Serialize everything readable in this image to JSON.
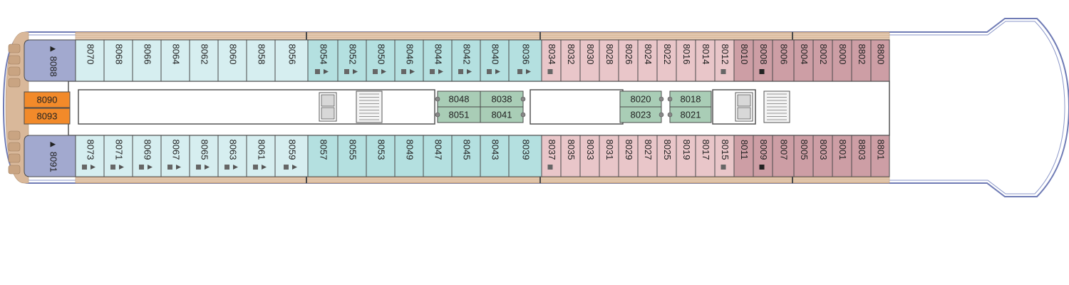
{
  "colors": {
    "light": "#d6eef0",
    "teal": "#b4e0e0",
    "pink": "#e9c6c9",
    "rose": "#cd9ea5",
    "mid": "#a9cdb6",
    "suite": "#a2a9cf",
    "orange": "#f28a2a",
    "deck": "#d9b89a",
    "outline": "#4a4a4a"
  },
  "cabins": {
    "top": [
      {
        "label": "8070",
        "c": "light",
        "icons": []
      },
      {
        "label": "8068",
        "c": "light",
        "icons": []
      },
      {
        "label": "8066",
        "c": "light",
        "icons": []
      },
      {
        "label": "8064",
        "c": "light",
        "icons": []
      },
      {
        "label": "8062",
        "c": "light",
        "icons": []
      },
      {
        "label": "8060",
        "c": "light",
        "icons": []
      },
      {
        "label": "8058",
        "c": "light",
        "icons": []
      },
      {
        "label": "8056",
        "c": "light",
        "icons": []
      },
      {
        "label": "8054",
        "c": "teal",
        "icons": [
          "square",
          "triangle"
        ]
      },
      {
        "label": "8052",
        "c": "teal",
        "icons": [
          "square",
          "triangle"
        ]
      },
      {
        "label": "8050",
        "c": "teal",
        "icons": [
          "square",
          "triangle"
        ]
      },
      {
        "label": "8046",
        "c": "teal",
        "icons": [
          "square",
          "triangle"
        ]
      },
      {
        "label": "8044",
        "c": "teal",
        "icons": [
          "square",
          "triangle"
        ]
      },
      {
        "label": "8042",
        "c": "teal",
        "icons": [
          "square",
          "triangle"
        ]
      },
      {
        "label": "8040",
        "c": "teal",
        "icons": [
          "square",
          "triangle"
        ]
      },
      {
        "label": "8036",
        "c": "teal",
        "icons": [
          "square",
          "triangle"
        ]
      },
      {
        "label": "8034",
        "c": "pink",
        "icons": [
          "square"
        ]
      },
      {
        "label": "8032",
        "c": "pink",
        "icons": []
      },
      {
        "label": "8030",
        "c": "pink",
        "icons": []
      },
      {
        "label": "8028",
        "c": "pink",
        "icons": []
      },
      {
        "label": "8026",
        "c": "pink",
        "icons": []
      },
      {
        "label": "8024",
        "c": "pink",
        "icons": []
      },
      {
        "label": "8022",
        "c": "pink",
        "icons": []
      },
      {
        "label": "8016",
        "c": "pink",
        "icons": []
      },
      {
        "label": "8014",
        "c": "pink",
        "icons": []
      },
      {
        "label": "8012",
        "c": "pink",
        "icons": [
          "square"
        ]
      },
      {
        "label": "8010",
        "c": "rose",
        "icons": []
      },
      {
        "label": "8008",
        "c": "rose",
        "icons": [
          "square-dark"
        ]
      },
      {
        "label": "8006",
        "c": "rose",
        "icons": []
      },
      {
        "label": "8004",
        "c": "rose",
        "icons": []
      },
      {
        "label": "8002",
        "c": "rose",
        "icons": []
      },
      {
        "label": "8000",
        "c": "rose",
        "icons": []
      },
      {
        "label": "8802",
        "c": "rose",
        "icons": []
      },
      {
        "label": "8800",
        "c": "rose",
        "icons": []
      }
    ],
    "bottom": [
      {
        "label": "8073",
        "c": "light",
        "icons": [
          "square",
          "triangle"
        ]
      },
      {
        "label": "8071",
        "c": "light",
        "icons": [
          "square",
          "triangle"
        ]
      },
      {
        "label": "8069",
        "c": "light",
        "icons": [
          "square",
          "triangle"
        ]
      },
      {
        "label": "8067",
        "c": "light",
        "icons": [
          "square",
          "triangle"
        ]
      },
      {
        "label": "8065",
        "c": "light",
        "icons": [
          "square",
          "triangle"
        ]
      },
      {
        "label": "8063",
        "c": "light",
        "icons": [
          "square",
          "triangle"
        ]
      },
      {
        "label": "8061",
        "c": "light",
        "icons": [
          "square",
          "triangle"
        ]
      },
      {
        "label": "8059",
        "c": "light",
        "icons": [
          "square",
          "triangle"
        ]
      },
      {
        "label": "8057",
        "c": "teal",
        "icons": []
      },
      {
        "label": "8055",
        "c": "teal",
        "icons": []
      },
      {
        "label": "8053",
        "c": "teal",
        "icons": []
      },
      {
        "label": "8049",
        "c": "teal",
        "icons": []
      },
      {
        "label": "8047",
        "c": "teal",
        "icons": []
      },
      {
        "label": "8045",
        "c": "teal",
        "icons": []
      },
      {
        "label": "8043",
        "c": "teal",
        "icons": []
      },
      {
        "label": "8039",
        "c": "teal",
        "icons": []
      },
      {
        "label": "8037",
        "c": "pink",
        "icons": [
          "square"
        ]
      },
      {
        "label": "8035",
        "c": "pink",
        "icons": []
      },
      {
        "label": "8033",
        "c": "pink",
        "icons": []
      },
      {
        "label": "8031",
        "c": "pink",
        "icons": []
      },
      {
        "label": "8029",
        "c": "pink",
        "icons": []
      },
      {
        "label": "8027",
        "c": "pink",
        "icons": []
      },
      {
        "label": "8025",
        "c": "pink",
        "icons": []
      },
      {
        "label": "8019",
        "c": "pink",
        "icons": []
      },
      {
        "label": "8017",
        "c": "pink",
        "icons": []
      },
      {
        "label": "8015",
        "c": "pink",
        "icons": [
          "square"
        ]
      },
      {
        "label": "8011",
        "c": "rose",
        "icons": []
      },
      {
        "label": "8009",
        "c": "rose",
        "icons": [
          "square-dark"
        ]
      },
      {
        "label": "8007",
        "c": "rose",
        "icons": []
      },
      {
        "label": "8005",
        "c": "rose",
        "icons": []
      },
      {
        "label": "8003",
        "c": "rose",
        "icons": []
      },
      {
        "label": "8001",
        "c": "rose",
        "icons": []
      },
      {
        "label": "8803",
        "c": "rose",
        "icons": []
      },
      {
        "label": "8801",
        "c": "rose",
        "icons": []
      }
    ],
    "middle": [
      {
        "label": "8048",
        "c": "mid"
      },
      {
        "label": "8038",
        "c": "mid"
      },
      {
        "label": "8051",
        "c": "mid"
      },
      {
        "label": "8041",
        "c": "mid"
      },
      {
        "label": "8020",
        "c": "mid"
      },
      {
        "label": "8018",
        "c": "mid"
      },
      {
        "label": "8023",
        "c": "mid"
      },
      {
        "label": "8021",
        "c": "mid"
      }
    ],
    "suites": [
      {
        "label": "8088",
        "arrow": "▲"
      },
      {
        "label": "8091",
        "arrow": "▲"
      }
    ],
    "aft": [
      {
        "label": "8090",
        "c": "orange"
      },
      {
        "label": "8093",
        "c": "orange"
      }
    ]
  }
}
